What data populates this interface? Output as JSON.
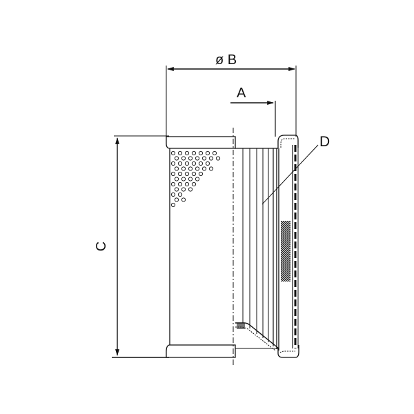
{
  "diagram": {
    "type": "technical drawing",
    "subject": "cylindrical filter element, half external view / half section",
    "line_color": "#111111",
    "background": "#ffffff"
  },
  "dimensions": {
    "B": {
      "label": "ø B",
      "meaning": "outer diameter"
    },
    "A": {
      "label": "A",
      "meaning": "inner radius offset"
    },
    "C": {
      "label": "C",
      "meaning": "overall height"
    }
  },
  "callouts": {
    "D": {
      "label": "D",
      "points_to": "filter media / pleat pack"
    }
  }
}
